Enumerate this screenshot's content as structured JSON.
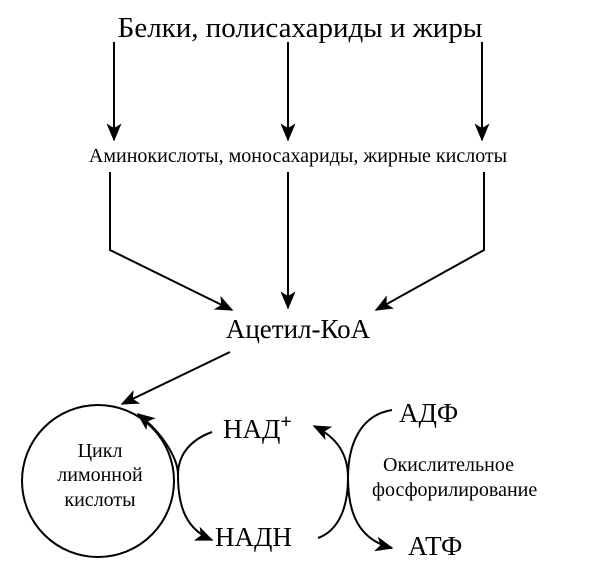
{
  "diagram": {
    "top_label": "Белки, полисахариды и жиры",
    "middle_label": "Аминокислоты, моносахариды, жирные кислоты",
    "acetyl_coa": "Ацетил-КоА",
    "citric_cycle": {
      "line1": "Цикл",
      "line2": "лимонной",
      "line3": "кислоты"
    },
    "nad_plus": {
      "base": "НАД",
      "sup": "+"
    },
    "nadh": "НАДН",
    "adp": "АДФ",
    "atp": "АТФ",
    "oxphos": {
      "line1": "Окислительное",
      "line2": "фосфорилирование"
    }
  },
  "colors": {
    "stroke": "#000000",
    "background": "#ffffff"
  }
}
